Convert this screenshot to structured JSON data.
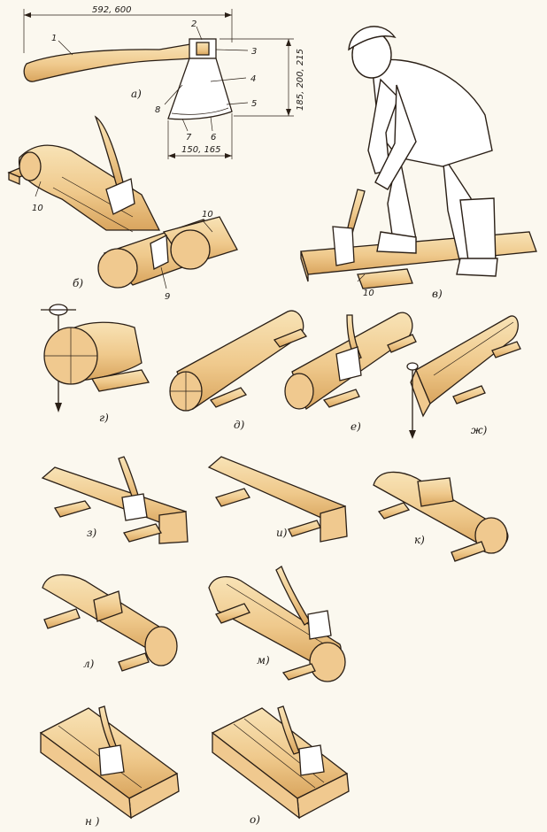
{
  "figure": {
    "dimensions": {
      "handle_length": "592, 600",
      "blade_height": "185, 200, 215",
      "blade_width": "150, 165"
    },
    "part_numbers": [
      "1",
      "2",
      "3",
      "4",
      "5",
      "6",
      "7",
      "8"
    ],
    "callout_numbers": {
      "support_left_b": "10",
      "support_right_b": "10",
      "wedge_b": "9",
      "board_v": "10"
    },
    "panel_labels": {
      "a": "а)",
      "b": "б)",
      "v": "в)",
      "g": "г)",
      "d": "д)",
      "e": "е)",
      "zh": "ж)",
      "z": "з)",
      "i": "и)",
      "k": "к)",
      "l": "л)",
      "m": "м)",
      "n": "н )",
      "o": "о)"
    },
    "colors": {
      "wood_light": "#f6dcab",
      "wood_dark": "#d9a55e",
      "ink": "#2a1f16",
      "paper": "#fbf8ef"
    }
  }
}
